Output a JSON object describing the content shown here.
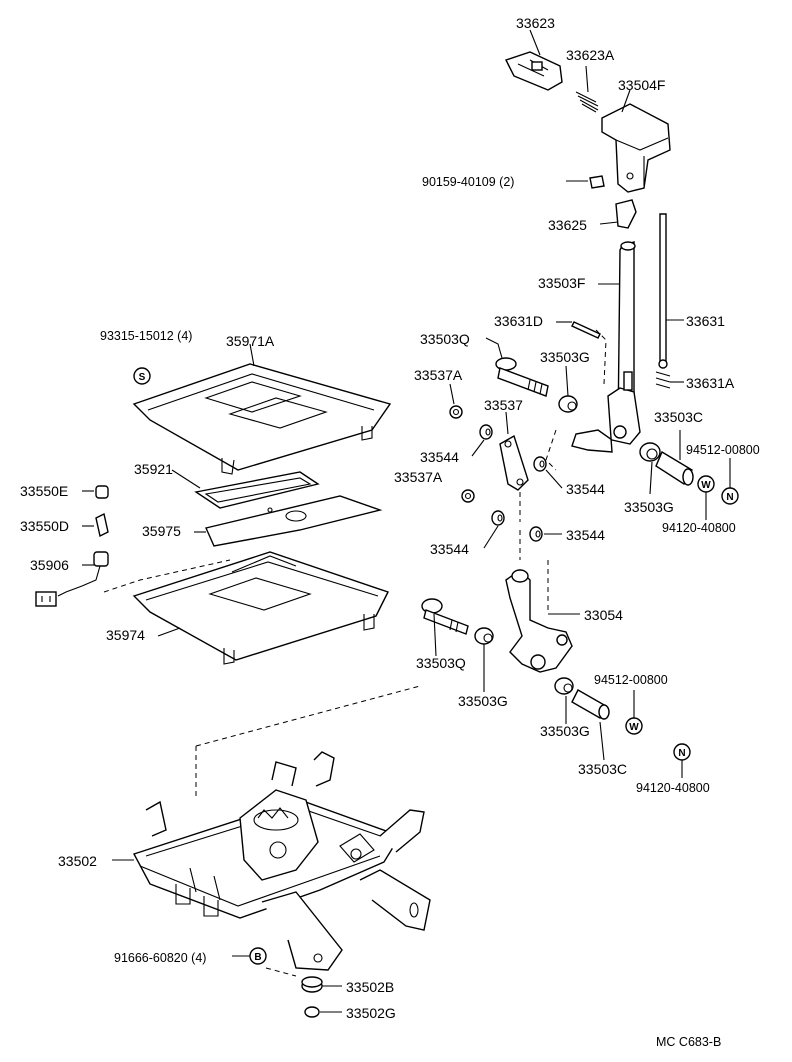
{
  "footer_code": "MC C683-B",
  "labels": {
    "p33623": "33623",
    "p33623A": "33623A",
    "p33504F": "33504F",
    "p90159": "90159-40109 (2)",
    "p33625": "33625",
    "p33503F": "33503F",
    "p33631D": "33631D",
    "p33631": "33631",
    "p33631A": "33631A",
    "p33503Q_top": "33503Q",
    "p33503G_top": "33503G",
    "p33537A_top": "33537A",
    "p33537": "33537",
    "p33503C_top": "33503C",
    "p94512_top": "94512-00800",
    "p33544_a": "33544",
    "p33544_b": "33544",
    "p33537A_mid": "33537A",
    "p33503G_right": "33503G",
    "p94120_top": "94120-40800",
    "p33544_c": "33544",
    "p33544_d": "33544",
    "p93315": "93315-15012 (4)",
    "p35971A": "35971A",
    "p35921": "35921",
    "p33550E": "33550E",
    "p33550D": "33550D",
    "p35975": "35975",
    "p35906": "35906",
    "p35974": "35974",
    "p33054": "33054",
    "p33503Q_mid": "33503Q",
    "p33503G_mid": "33503G",
    "p94512_bot": "94512-00800",
    "p33503G_bot": "33503G",
    "p33503C_bot": "33503C",
    "p94120_bot": "94120-40800",
    "p33502": "33502",
    "p91666": "91666-60820 (4)",
    "p33502B": "33502B",
    "p33502G": "33502G"
  },
  "symbols": {
    "s_top": "S",
    "w_top": "W",
    "n_top": "N",
    "w_bot": "W",
    "n_bot": "N",
    "b_bot": "B"
  }
}
